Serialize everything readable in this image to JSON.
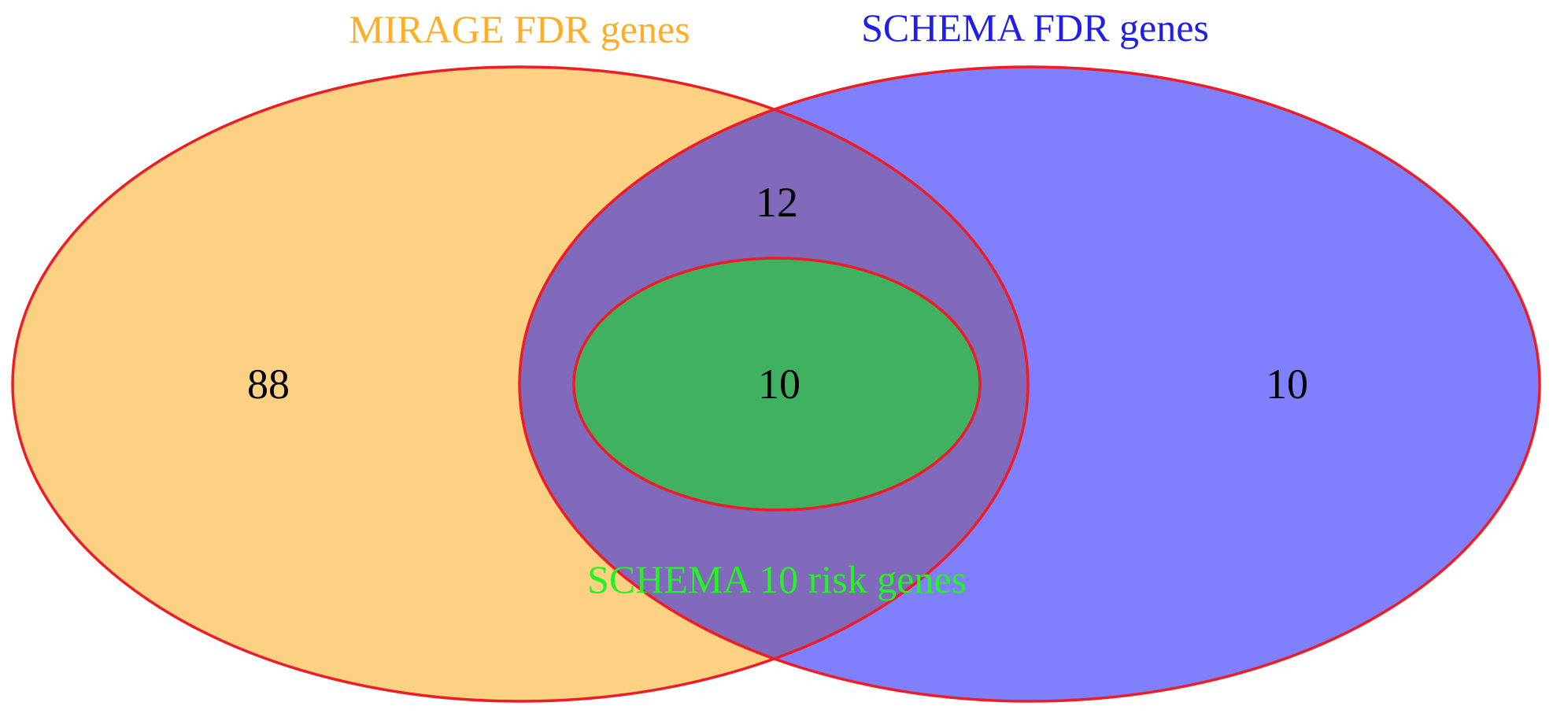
{
  "sets": {
    "mirage": {
      "label": "MIRAGE FDR genes",
      "fill_color": "#FCD183",
      "label_color": "#FAAE2A"
    },
    "schema": {
      "label": "SCHEMA FDR genes",
      "fill_color": "#8080FC",
      "label_color": "#1F1FE6"
    },
    "schema_risk": {
      "label": "SCHEMA 10 risk genes",
      "fill_color": "#40B160",
      "label_color": "#23F223"
    }
  },
  "overlap_color": "#8169BC",
  "outline_color": "#EE1C24",
  "counts": {
    "mirage_only": "88",
    "mirage_and_schema": "12",
    "schema_risk": "10",
    "schema_only": "10"
  }
}
